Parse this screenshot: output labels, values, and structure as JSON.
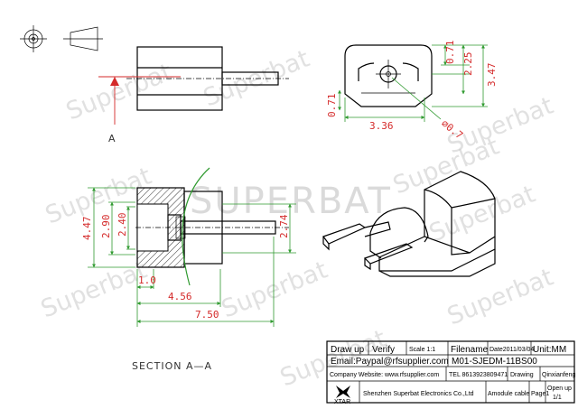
{
  "watermark": {
    "brand": "Superbat",
    "brand_caps": "SUPERBAT"
  },
  "dimensions": {
    "d_071_left": "0.71",
    "d_336": "3.36",
    "d_071_top": "0.71",
    "d_225": "2.25",
    "d_347": "3.47",
    "d_phi07": "⌀0.7",
    "d_447": "4.47",
    "d_290": "2.90",
    "d_240": "2.40",
    "d_274": "2.74",
    "d_10": "1.0",
    "d_456": "4.56",
    "d_750": "7.50"
  },
  "labels": {
    "section_marker": "A",
    "section_caption": "SECTION  A—A"
  },
  "title_block": {
    "draw_up": "Draw up",
    "verify": "Verify",
    "scale": "Scale 1:1",
    "filename_label": "Filename",
    "date": "Date2011/03/04",
    "unit": "Unit:MM",
    "email": "Email:Paypal@rfsupplier.com",
    "part_no": "M01-SJEDM-11BS00",
    "website": "Company Website: www.rfsupplier.com",
    "tel": "TEL 8613923809471",
    "drawing_label": "Drawing",
    "drawer": "Qinxianfeng",
    "brand_logo": "XTAR",
    "company": "Shenzhen Superbat Electronics Co.,Ltd",
    "product": "Amodule cable",
    "page": "Page1",
    "open_up": "Open up",
    "open_up_value": "1/1"
  },
  "colors": {
    "dimension_line": "#2f9a2f",
    "dimension_text": "#d42a2a"
  }
}
